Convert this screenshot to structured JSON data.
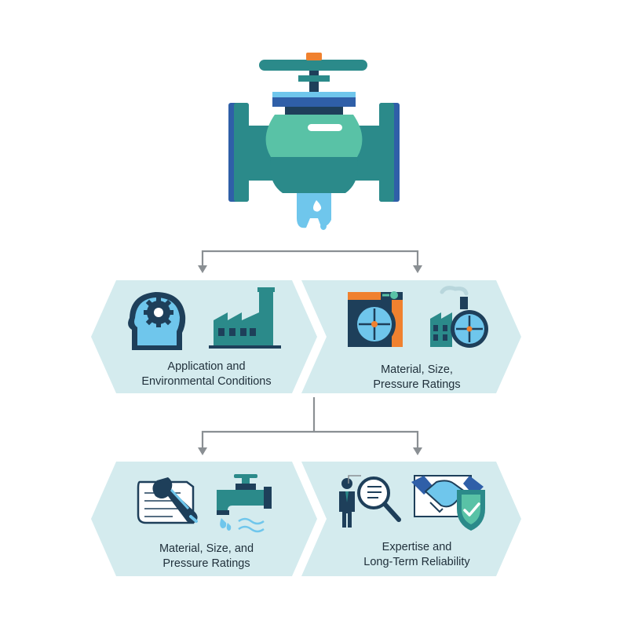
{
  "diagram": {
    "colors": {
      "panel": "#d4ebee",
      "connector": "#8a8f93",
      "teal": "#2b8a8a",
      "navy": "#1e3f5a",
      "mint": "#59c2a6",
      "blue": "#2f5fa8",
      "orange": "#f0812f",
      "water": "#6fc6ec"
    },
    "icons": {
      "valve": "gate-valve-icon",
      "head_gear": "head-gear-icon",
      "factory": "factory-icon",
      "dial_cabinet": "pressure-gauge-icon",
      "factory_gauge": "factory-gauge-icon",
      "blueprint_wrench": "blueprint-wrench-icon",
      "faucet_water": "faucet-water-icon",
      "expert_magnifier": "expert-magnifier-icon",
      "handshake_shield": "handshake-shield-icon"
    },
    "panels": [
      {
        "id": "top-left",
        "label": "Application and\nEnvironmental Conditions"
      },
      {
        "id": "top-right",
        "label": "Material, Size,\nPressure Ratings"
      },
      {
        "id": "bottom-left",
        "label": "Material, Size, and\nPressure Ratings"
      },
      {
        "id": "bottom-right",
        "label": "Expertise and\nLong-Term Reliability"
      }
    ]
  }
}
